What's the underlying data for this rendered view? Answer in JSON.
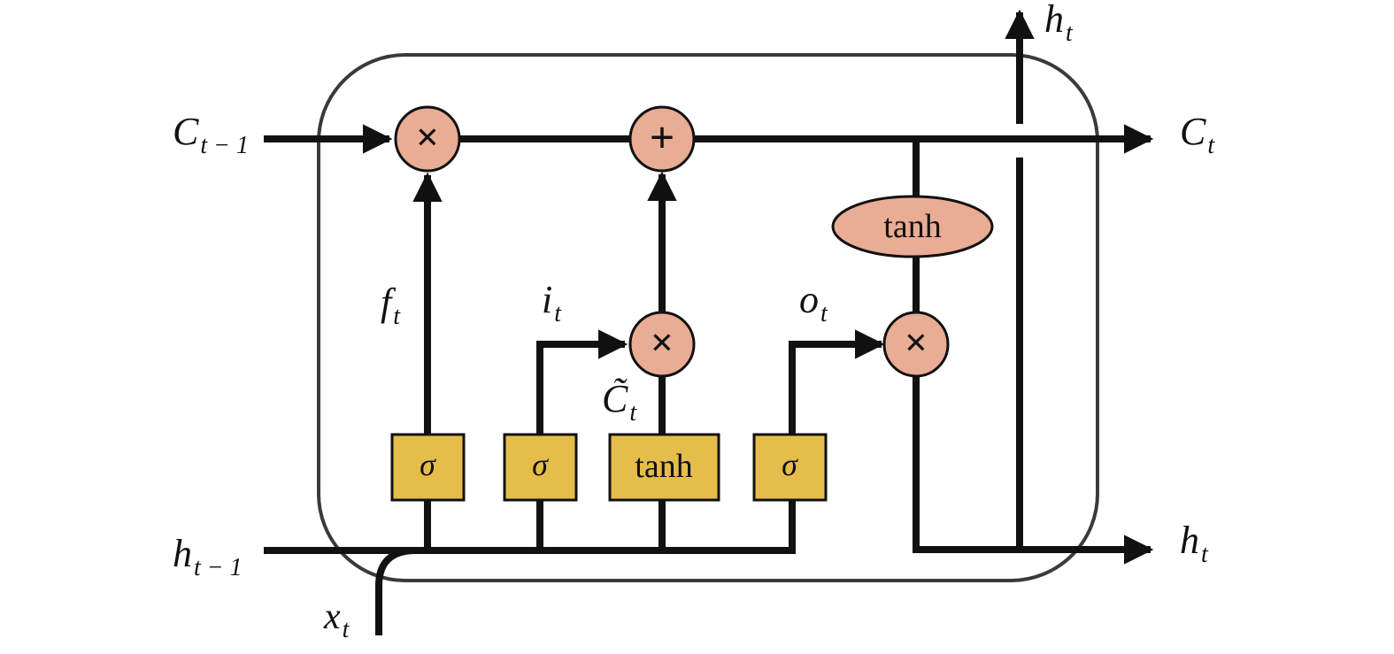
{
  "colors": {
    "op_fill": "#e9ac94",
    "gate_fill": "#e5bd4b",
    "line": "#111111",
    "cell_border": "#3a3a3a"
  },
  "labels": {
    "c_prev": {
      "base": "C",
      "sub": "t − 1"
    },
    "c_out": {
      "base": "C",
      "sub": "t"
    },
    "h_prev": {
      "base": "h",
      "sub": "t − 1"
    },
    "h_out_right": {
      "base": "h",
      "sub": "t"
    },
    "h_out_top": {
      "base": "h",
      "sub": "t"
    },
    "x_in": {
      "base": "x",
      "sub": "t"
    },
    "forget": {
      "base": "f",
      "sub": "t"
    },
    "input": {
      "base": "i",
      "sub": "t"
    },
    "output": {
      "base": "o",
      "sub": "t"
    },
    "candidate": {
      "base": "C̃",
      "sub": "t"
    }
  },
  "gates": {
    "forget_sigma": "σ",
    "input_sigma": "σ",
    "candidate_tanh": "tanh",
    "output_sigma": "σ"
  },
  "cell_tanh": "tanh",
  "operators": {
    "multiply": "×",
    "add": "+"
  }
}
